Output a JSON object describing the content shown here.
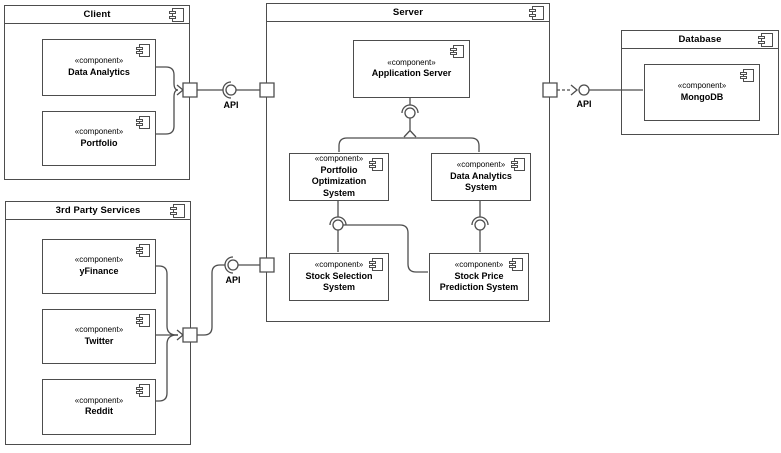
{
  "diagram": {
    "type": "uml-component-diagram",
    "stereotype": "«component»",
    "colors": {
      "stroke": "#4d4d4d",
      "background": "#ffffff",
      "text": "#000000"
    },
    "groups": {
      "client": {
        "title": "Client"
      },
      "server": {
        "title": "Server"
      },
      "third_party": {
        "title": "3rd Party Services"
      },
      "database": {
        "title": "Database"
      }
    },
    "components": {
      "data_analytics": {
        "name": "Data Analytics"
      },
      "portfolio": {
        "name": "Portfolio"
      },
      "application_server": {
        "name": "Application Server"
      },
      "portfolio_optimization": {
        "name": "Portfolio Optimization System"
      },
      "data_analytics_system": {
        "name": "Data Analytics System"
      },
      "stock_selection": {
        "name": "Stock Selection System"
      },
      "stock_price_prediction": {
        "name": "Stock Price Prediction System"
      },
      "yfinance": {
        "name": "yFinance"
      },
      "twitter": {
        "name": "Twitter"
      },
      "reddit": {
        "name": "Reddit"
      },
      "mongodb": {
        "name": "MongoDB"
      }
    },
    "interfaces": {
      "client_server": {
        "label": "API"
      },
      "third_party_server": {
        "label": "API"
      },
      "server_database": {
        "label": "API"
      }
    }
  }
}
